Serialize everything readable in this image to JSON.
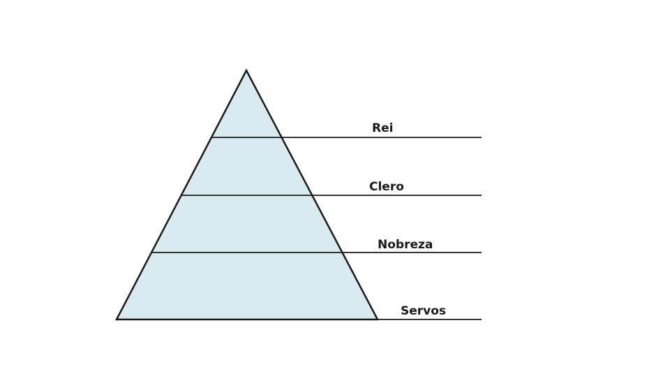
{
  "diagram": {
    "levels": [
      {
        "label": "Rei"
      },
      {
        "label": "Clero"
      },
      {
        "label": "Nobreza"
      },
      {
        "label": "Servos"
      }
    ],
    "colors": {
      "fill": "#d9ebf1",
      "stroke": "#1a1a1a"
    }
  }
}
